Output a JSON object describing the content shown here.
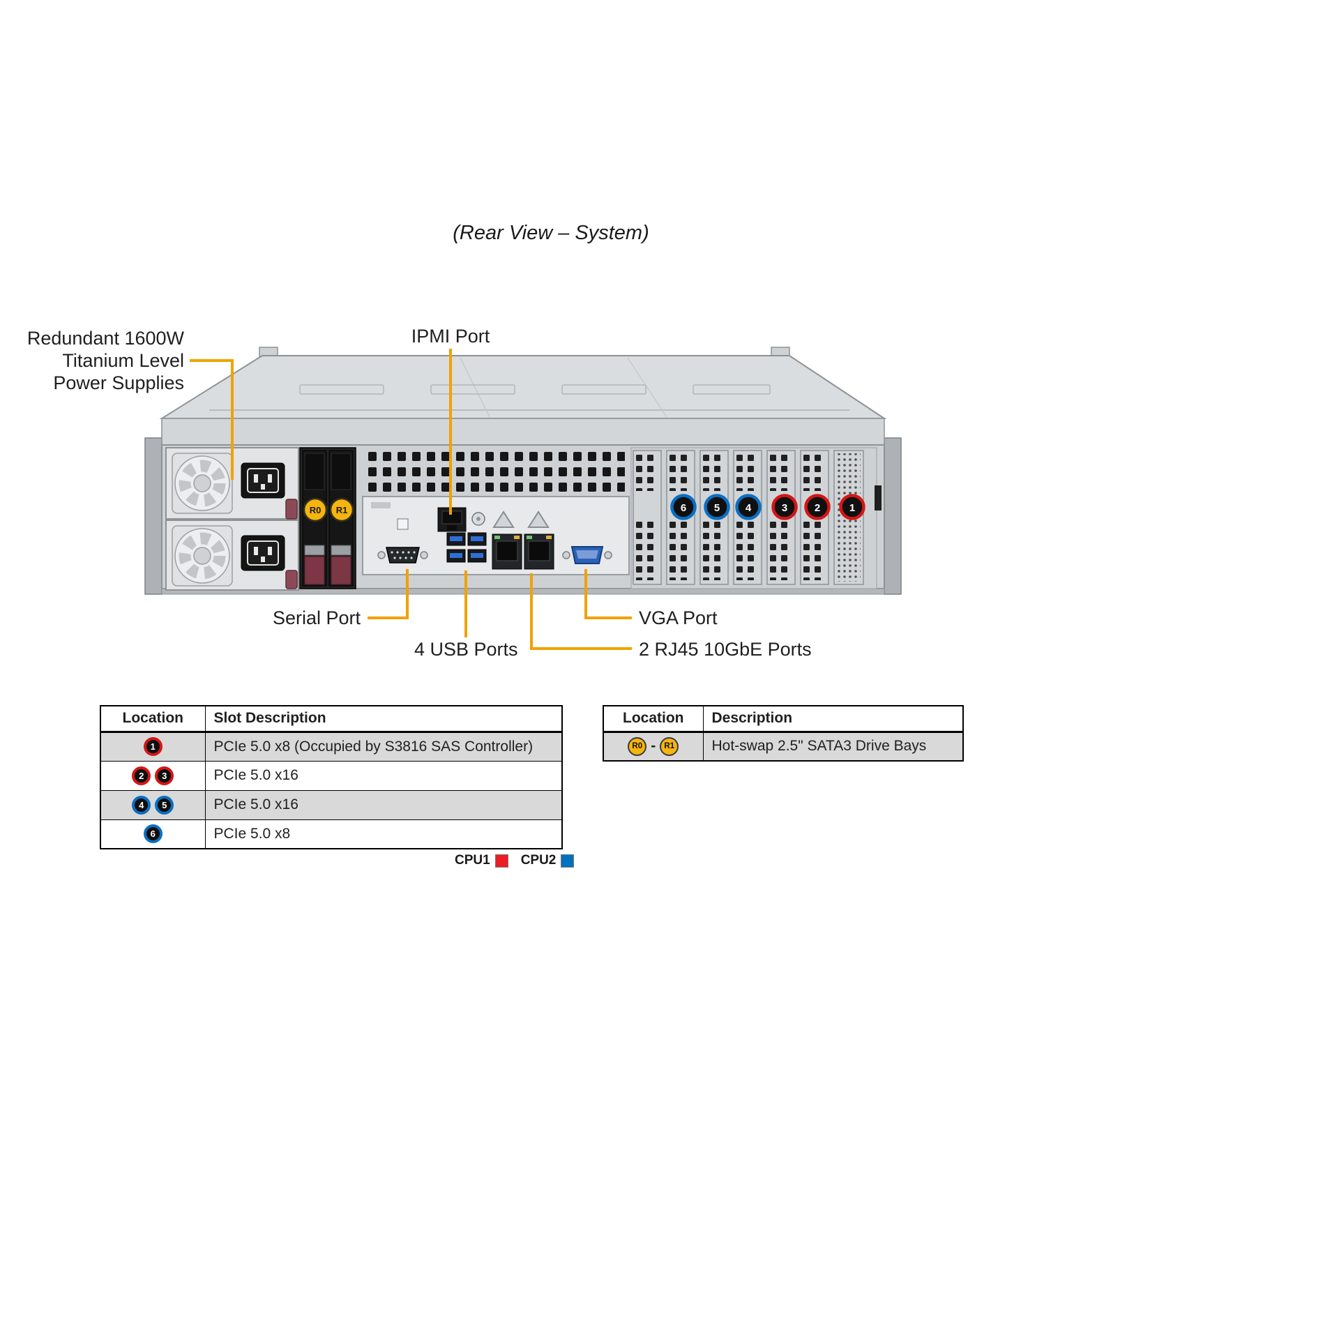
{
  "title": "(Rear View – System)",
  "callouts": {
    "psu_line1": "Redundant 1600W",
    "psu_line2": "Titanium Level",
    "psu_line3": "Power Supplies",
    "ipmi": "IPMI Port",
    "serial": "Serial Port",
    "usb": "4 USB Ports",
    "vga": "VGA Port",
    "rj45": "2 RJ45 10GbE Ports"
  },
  "chassis": {
    "drive_bays": [
      {
        "label": "R0"
      },
      {
        "label": "R1"
      }
    ],
    "pcie_slots": [
      {
        "num": "6",
        "cpu": "blue"
      },
      {
        "num": "5",
        "cpu": "blue"
      },
      {
        "num": "4",
        "cpu": "blue"
      },
      {
        "num": "3",
        "cpu": "red"
      },
      {
        "num": "2",
        "cpu": "red"
      },
      {
        "num": "1",
        "cpu": "red"
      }
    ]
  },
  "slot_table": {
    "headers": [
      "Location",
      "Slot Description"
    ],
    "rows": [
      {
        "badges": [
          {
            "label": "1",
            "cpu": "red"
          }
        ],
        "description": "PCIe 5.0 x8 (Occupied by S3816 SAS Controller)",
        "shaded": true
      },
      {
        "badges": [
          {
            "label": "2",
            "cpu": "red"
          },
          {
            "label": "3",
            "cpu": "red"
          }
        ],
        "description": "PCIe 5.0 x16",
        "shaded": false
      },
      {
        "badges": [
          {
            "label": "4",
            "cpu": "blue"
          },
          {
            "label": "5",
            "cpu": "blue"
          }
        ],
        "description": "PCIe 5.0 x16",
        "shaded": true
      },
      {
        "badges": [
          {
            "label": "6",
            "cpu": "blue"
          }
        ],
        "description": "PCIe 5.0 x8",
        "shaded": false
      }
    ]
  },
  "drive_table": {
    "headers": [
      "Location",
      "Description"
    ],
    "rows": [
      {
        "badges": [
          {
            "label": "R0"
          },
          {
            "label": "R1"
          }
        ],
        "separator": "-",
        "description": "Hot-swap 2.5\" SATA3 Drive Bays",
        "shaded": true
      }
    ]
  },
  "legend": [
    {
      "label": "CPU1",
      "color": "#ee1c25"
    },
    {
      "label": "CPU2",
      "color": "#0070c0"
    }
  ],
  "colors": {
    "callout_line": "#f0a202",
    "cpu1": "#d41616",
    "cpu2": "#0a6fc2",
    "bay_badge": "#f6b40e"
  }
}
